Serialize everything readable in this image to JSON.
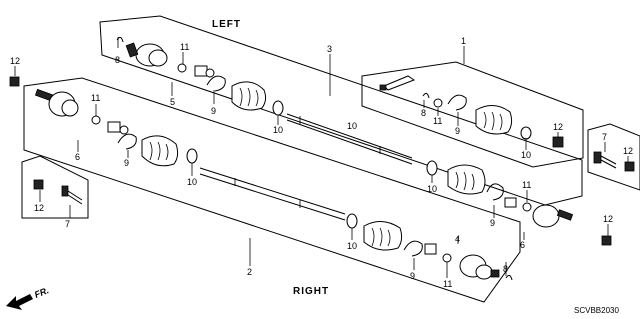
{
  "labels": {
    "left": "LEFT",
    "right": "RIGHT",
    "front": "FR.",
    "code": "SCVBB2030"
  },
  "callouts": {
    "n1": "1",
    "n2": "2",
    "n3": "3",
    "n4": "4",
    "n5": "5",
    "n6a": "6",
    "n6b": "6",
    "n7a": "7",
    "n7b": "7",
    "n8a": "8",
    "n8b": "8",
    "n8c": "8",
    "n9a": "9",
    "n9b": "9",
    "n9c": "9",
    "n9d": "9",
    "n9e": "9",
    "n10a": "10",
    "n10b": "10",
    "n10c": "10",
    "n10d": "10",
    "n10e": "10",
    "n10f": "10",
    "n11a": "11",
    "n11b": "11",
    "n11c": "11",
    "n11d": "11",
    "n11e": "11",
    "n12a": "12",
    "n12b": "12",
    "n12c": "12",
    "n12d": "12",
    "n12e": "12"
  }
}
